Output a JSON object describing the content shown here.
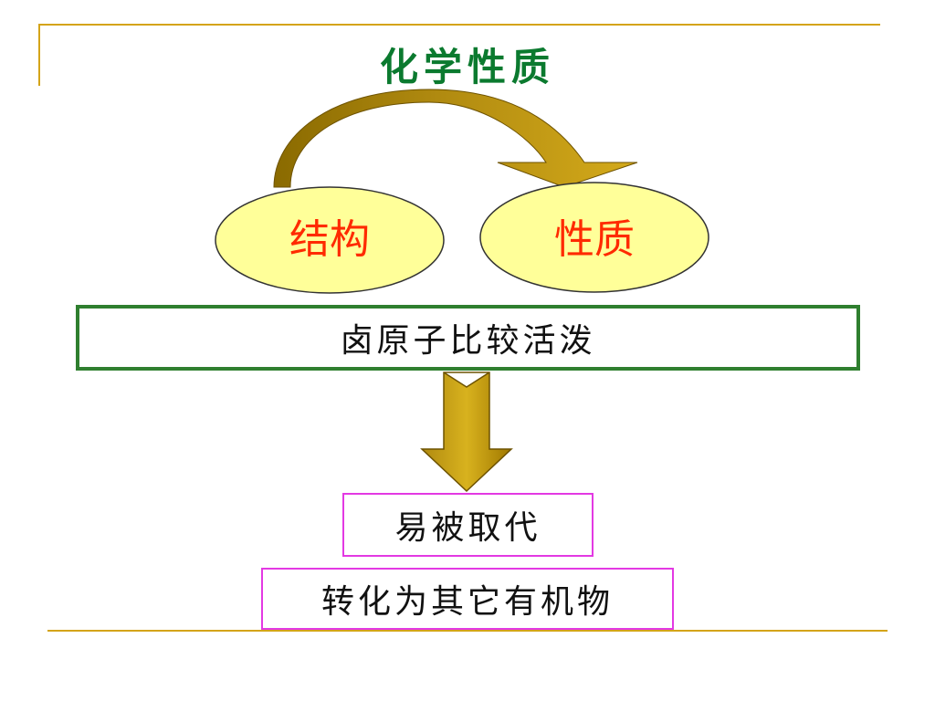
{
  "title": "化学性质",
  "nodes": {
    "structure": "结构",
    "property": "性质"
  },
  "main_box": "卤原子比较活泼",
  "results": {
    "first": "易被取代",
    "second": "转化为其它有机物"
  },
  "colors": {
    "title": "#0b7a2f",
    "rule": "#d4a419",
    "arrow_light": "#d4aa1a",
    "arrow_dark": "#a07800",
    "ellipse_fill": "#ffff99",
    "node_text": "#ff2a00",
    "main_border": "#2f7f2f",
    "result_border": "#e339e3"
  }
}
